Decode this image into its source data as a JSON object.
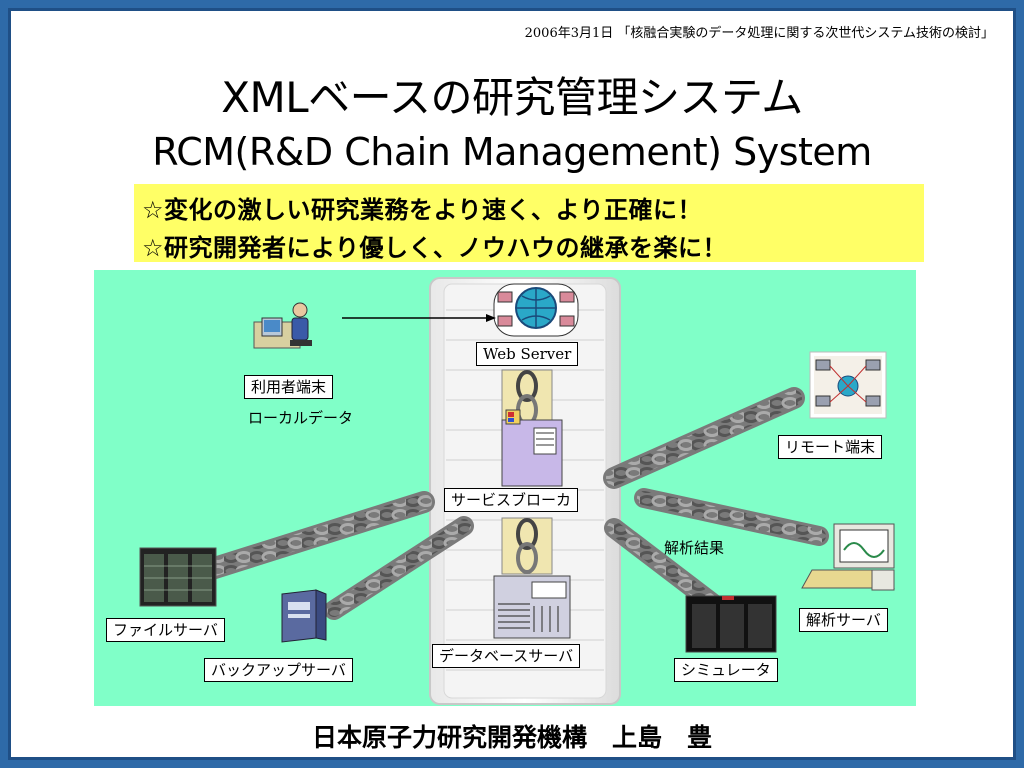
{
  "header_note": "2006年3月1日 「核融合実験のデータ処理に関する次世代システム技術の検討」",
  "title": {
    "line1": "XMLベースの研究管理システム",
    "line2": "RCM(R&D Chain Management) System"
  },
  "slogans": [
    "☆変化の激しい研究業務をより速く、より正確に！",
    "☆研究開発者により優しく、ノウハウの継承を楽に！"
  ],
  "diagram": {
    "web_server": "Web Server",
    "user_terminal": "利用者端末",
    "local_data": "ローカルデータ",
    "remote_terminal": "リモート端末",
    "service_broker": "サービスブローカ",
    "analysis_result": "解析結果",
    "analysis_server": "解析サーバ",
    "file_server": "ファイルサーバ",
    "backup_server": "バックアップサーバ",
    "database_server": "データベースサーバ",
    "simulator": "シミュレータ"
  },
  "author": "日本原子力研究開発機構　上島　豊",
  "colors": {
    "frame": "#2e6aa8",
    "highlight": "#ffff66",
    "panel": "#80ffc8",
    "chain": "#8a8a8a"
  }
}
